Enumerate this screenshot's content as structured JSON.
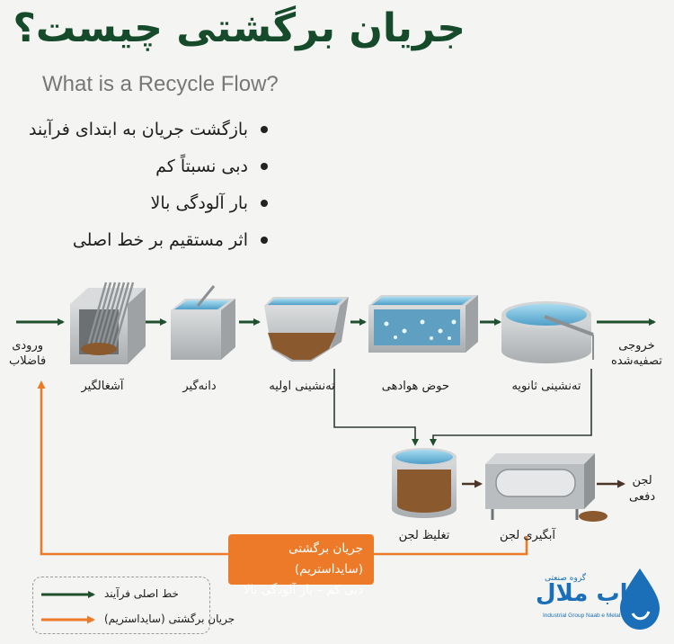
{
  "title": "جریان برگشتی چیست؟",
  "subtitle": "What is a Recycle Flow?",
  "bullets": [
    "بازگشت جریان به ابتدای فرآیند",
    "دبی نسبتاً کم",
    "بار آلودگی بالا",
    "اثر مستقیم بر خط اصلی"
  ],
  "flow": {
    "inlet": [
      "ورودی",
      "فاضلاب"
    ],
    "outlet": [
      "خروجی",
      "تصفیه‌شده"
    ],
    "units": [
      "آشغالگیر",
      "دانه‌گیر",
      "ته‌نشینی اولیه",
      "حوض هوادهی",
      "ته‌نشینی ثانویه"
    ],
    "sludge_units": [
      "تغلیظ لجن",
      "آبگیری لجن"
    ],
    "sludge_out": [
      "لجن",
      "دفعی"
    ]
  },
  "recycle_box": [
    "جریان برگشتی (سایداستریم)",
    "دبی کم – بار آلودگی بالا"
  ],
  "legend": {
    "main": "خط اصلی فرآیند",
    "recycle": "جریان برگشتی (سایداستریم)"
  },
  "logo": {
    "small": "گروه صنعتی",
    "name": "ناب ملال",
    "english": "Industrial Group Naab e Melal"
  },
  "colors": {
    "main_line": "#1f4f2c",
    "recycle_line": "#ec7a28",
    "title": "#154a2a",
    "water": "#7cc3e0",
    "sludge": "#8a5a2e",
    "concrete": "#c9ccce",
    "logo": "#1a6fb8"
  }
}
